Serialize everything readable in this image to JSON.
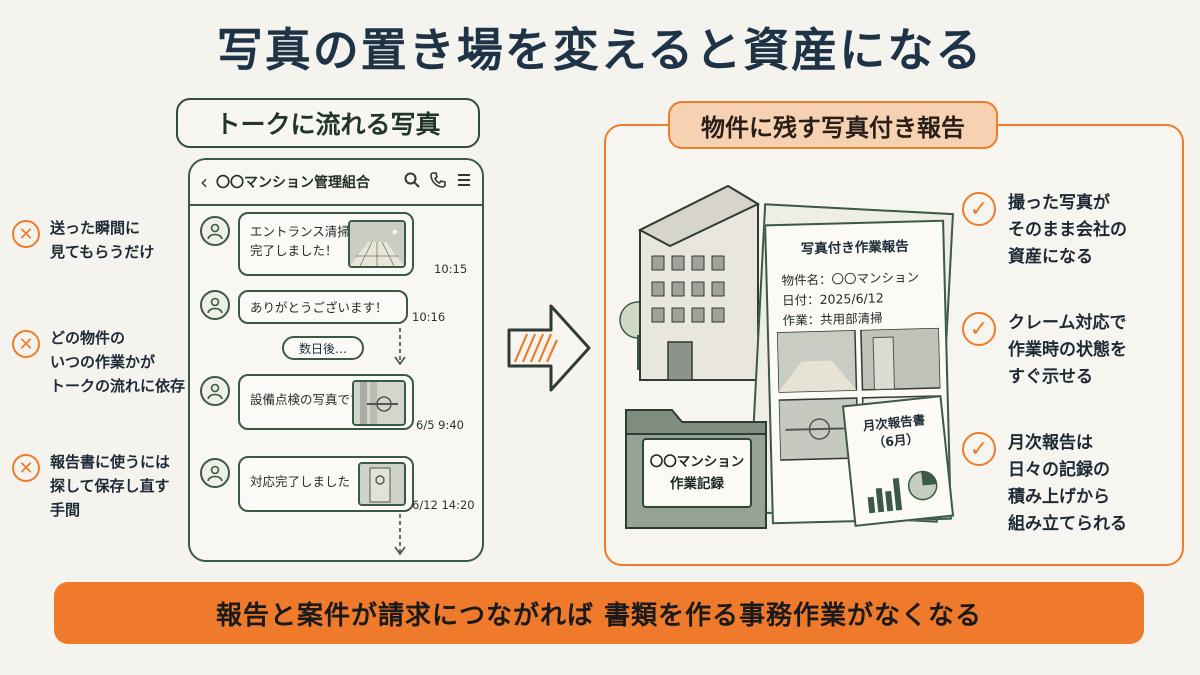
{
  "title": "写真の置き場を変えると資産になる",
  "left": {
    "header": "トークに流れる写真",
    "problems": [
      {
        "lines": [
          "送った瞬間に",
          "見てもらうだけ"
        ]
      },
      {
        "lines": [
          "どの物件の",
          "いつの作業かが",
          "トークの流れに依存"
        ]
      },
      {
        "lines": [
          "報告書に使うには",
          "探して保存し直す",
          "手間"
        ]
      }
    ]
  },
  "phone": {
    "back": "‹",
    "chat_title": "〇〇マンション管理組合",
    "icons": [
      "search-icon",
      "phone-icon",
      "menu-icon"
    ],
    "messages": [
      {
        "lines": [
          "エントランス清掃",
          "完了しました！"
        ],
        "time": "10:15",
        "has_photo": true
      },
      {
        "lines": [
          "ありがとうございます！"
        ],
        "time": "10:16",
        "has_photo": false
      },
      {
        "lines": [
          "設備点検の写真です"
        ],
        "time": "6/5  9:40",
        "has_photo": true
      },
      {
        "lines": [
          "対応完了しました"
        ],
        "time": "6/12  14:20",
        "has_photo": true
      }
    ],
    "divider": "数日後…"
  },
  "right": {
    "header": "物件に残す写真付き報告",
    "report": {
      "title": "写真付き作業報告",
      "lines": [
        "物件名：〇〇マンション",
        "日付：2025/6/12",
        "作業：共用部清掃"
      ]
    },
    "folder_lines": [
      "〇〇マンション",
      "作業記録"
    ],
    "monthly_lines": [
      "月次報告書",
      "（6月）"
    ],
    "benefits": [
      {
        "lines": [
          "撮った写真が",
          "そのまま会社の",
          "資産になる"
        ]
      },
      {
        "lines": [
          "クレーム対応で",
          "作業時の状態を",
          "すぐ示せる"
        ]
      },
      {
        "lines": [
          "月次報告は",
          "日々の記録の",
          "積み上げから",
          "組み立てられる"
        ]
      }
    ]
  },
  "banner": "報告と案件が請求につながれば 書類を作る事務作業がなくなる",
  "colors": {
    "accent": "#f07a2c",
    "green": "#3a5a45",
    "navy": "#1f3346",
    "background": "#f4f3ee"
  }
}
